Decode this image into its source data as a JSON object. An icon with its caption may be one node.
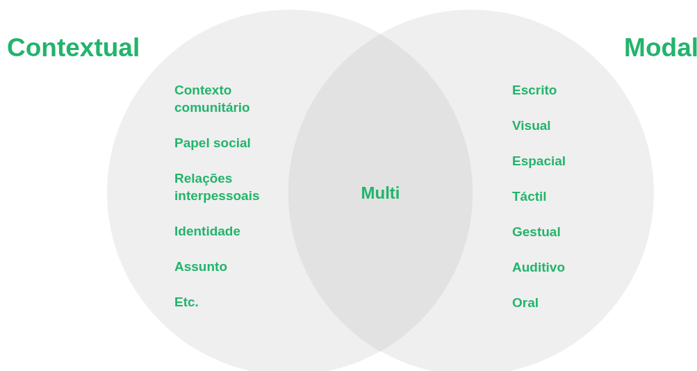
{
  "diagram": {
    "nodes": [
      {
        "text": [
          "Contextual",
          "Contexto comunitário",
          "Papel social",
          "Relações interpessoais",
          "Identidade",
          "Assunto",
          "Etc."
        ]
      },
      {
        "text": [
          "Modal",
          "Escrito",
          "Visual",
          "Espacial",
          "Táctil",
          "Gestual",
          "Auditivo",
          "Oral"
        ]
      },
      {
        "text": [
          "Multi"
        ]
      }
    ],
    "edges": []
  }
}
